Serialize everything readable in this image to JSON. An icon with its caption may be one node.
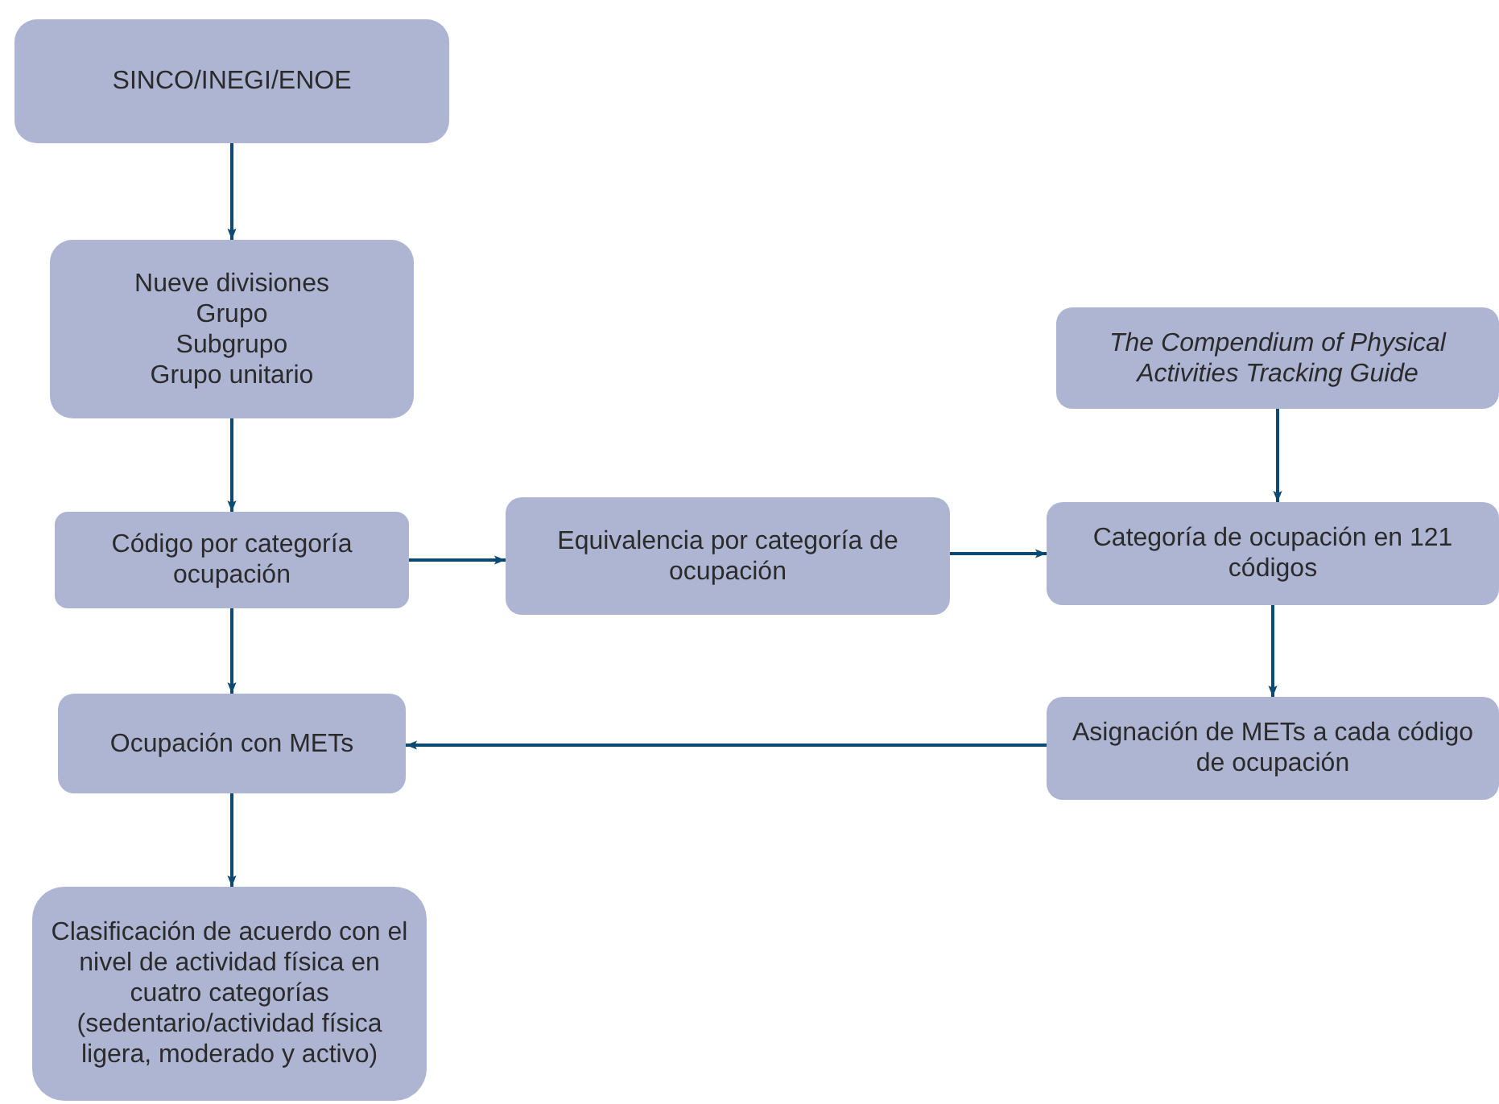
{
  "diagram": {
    "nodes": [
      {
        "text": [
          "SINCO/INEGI/ENOE"
        ]
      },
      {
        "text": [
          "Nueve divisiones",
          "Grupo",
          "Subgrupo",
          "Grupo unitario"
        ]
      },
      {
        "text": [
          "Código por categoría ocupación"
        ]
      },
      {
        "text": [
          "Equivalencia por categoría de ocupación"
        ]
      },
      {
        "text": [
          "The Compendium of Physical Activities Tracking Guide"
        ]
      },
      {
        "text": [
          "Categoría de ocupación en 121 códigos"
        ]
      },
      {
        "text": [
          "Asignación de METs a cada código de ocupación"
        ]
      },
      {
        "text": [
          "Ocupación con METs"
        ]
      },
      {
        "text": [
          "Clasificación de acuerdo con el nivel de actividad física en cuatro categorías (sedentario/actividad física ligera, moderado y activo)"
        ]
      }
    ],
    "edges": [
      {
        "from": 0,
        "to": 1,
        "arrow": "to"
      },
      {
        "from": 1,
        "to": 2,
        "arrow": "to"
      },
      {
        "from": 2,
        "to": 3,
        "arrow": "to"
      },
      {
        "from": 3,
        "to": 5,
        "arrow": "to"
      },
      {
        "from": 4,
        "to": 5,
        "arrow": "to"
      },
      {
        "from": 5,
        "to": 6,
        "arrow": "to"
      },
      {
        "from": 6,
        "to": 7,
        "arrow": "to"
      },
      {
        "from": 2,
        "to": 7,
        "arrow": "to"
      },
      {
        "from": 7,
        "to": 8,
        "arrow": "to"
      }
    ]
  }
}
